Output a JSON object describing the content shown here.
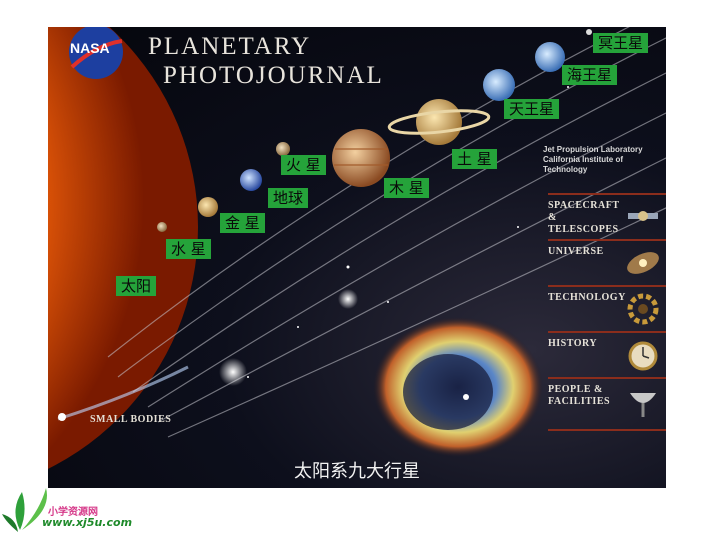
{
  "header": {
    "brand": "NASA",
    "title_line1": "PLANETARY",
    "title_line2": "PHOTOJOURNAL"
  },
  "planet_labels": {
    "sun": "太阳",
    "mercury": "水 星",
    "venus": "金 星",
    "earth": "地球",
    "mars": "火 星",
    "jupiter": "木 星",
    "saturn": "土 星",
    "uranus": "天王星",
    "neptune": "海王星",
    "pluto": "冥王星"
  },
  "jpl": {
    "line1": "Jet Propulsion Laboratory",
    "line2": "California Institute of Technology"
  },
  "menu": [
    {
      "label": "SPACECRAFT & TELESCOPES",
      "icon": "satellite-icon"
    },
    {
      "label": "UNIVERSE",
      "icon": "galaxy-icon"
    },
    {
      "label": "TECHNOLOGY",
      "icon": "gear-icon"
    },
    {
      "label": "HISTORY",
      "icon": "pocket-watch-icon"
    },
    {
      "label": "PEOPLE & FACILITIES",
      "icon": "radio-dish-icon"
    }
  ],
  "small_bodies": "SMALL BODIES",
  "caption": "太阳系九大行星",
  "footer_logo": {
    "name": "小学资源网",
    "url": "www.xj5u.com"
  },
  "colors": {
    "label_bg": "#25a33a",
    "menu_divider": "#8b2d1c",
    "space_bg": "#05060c"
  }
}
